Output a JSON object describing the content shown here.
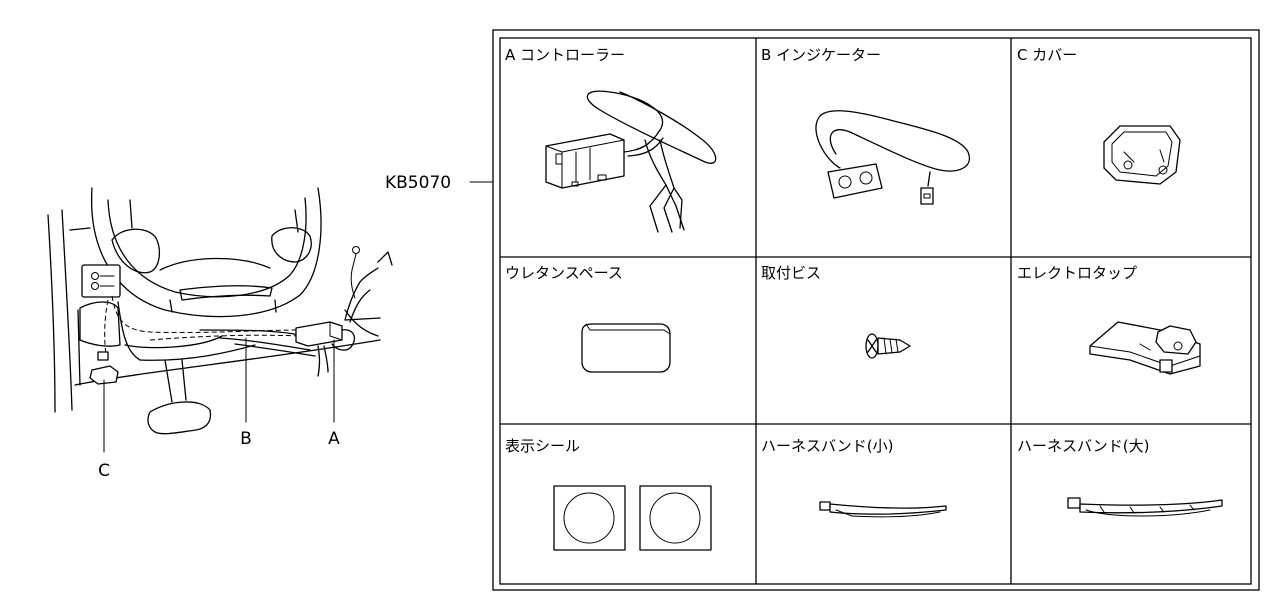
{
  "callouts": {
    "kit_number": "KB5070",
    "a": "A",
    "b": "B",
    "c": "C"
  },
  "parts": [
    {
      "label": "A コントローラー"
    },
    {
      "label": "B インジケーター"
    },
    {
      "label": "C カバー"
    },
    {
      "label": "ウレタンスペース"
    },
    {
      "label": "取付ビス"
    },
    {
      "label": "エレクトロタップ"
    },
    {
      "label": "表示シール"
    },
    {
      "label": "ハーネスバンド(小)"
    },
    {
      "label": "ハーネスバンド(大)"
    }
  ]
}
